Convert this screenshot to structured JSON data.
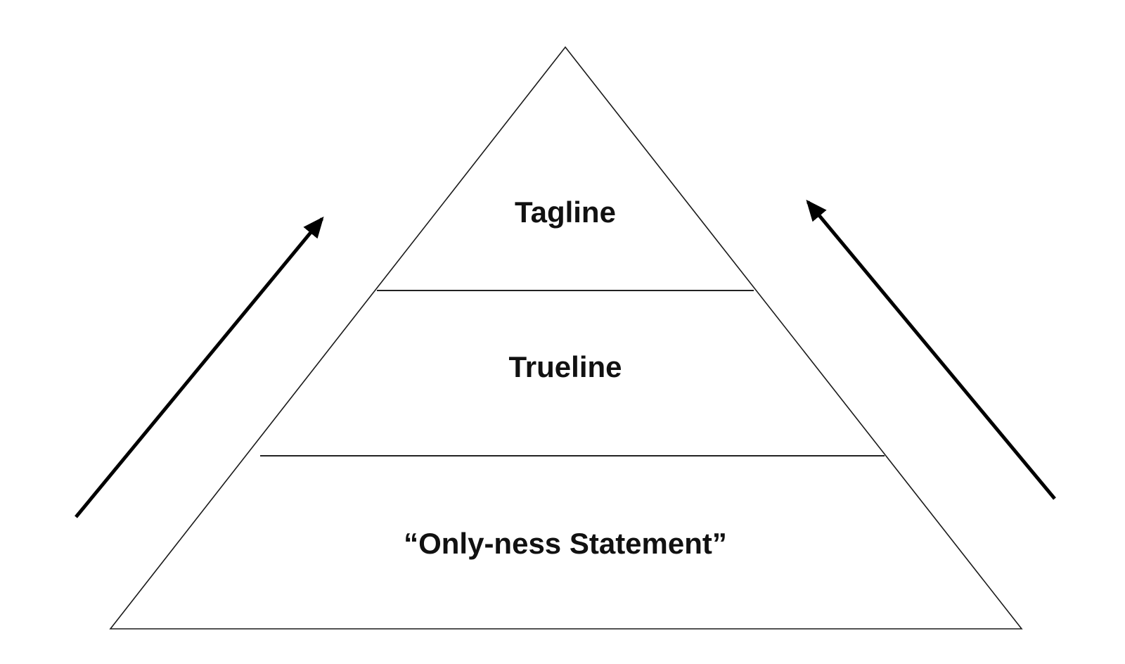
{
  "diagram": {
    "type": "pyramid",
    "levels": [
      {
        "label": "Tagline"
      },
      {
        "label": "Trueline"
      },
      {
        "label": "“Only-ness Statement”"
      }
    ],
    "arrows": [
      {
        "side": "left",
        "direction": "up"
      },
      {
        "side": "right",
        "direction": "up"
      }
    ]
  }
}
